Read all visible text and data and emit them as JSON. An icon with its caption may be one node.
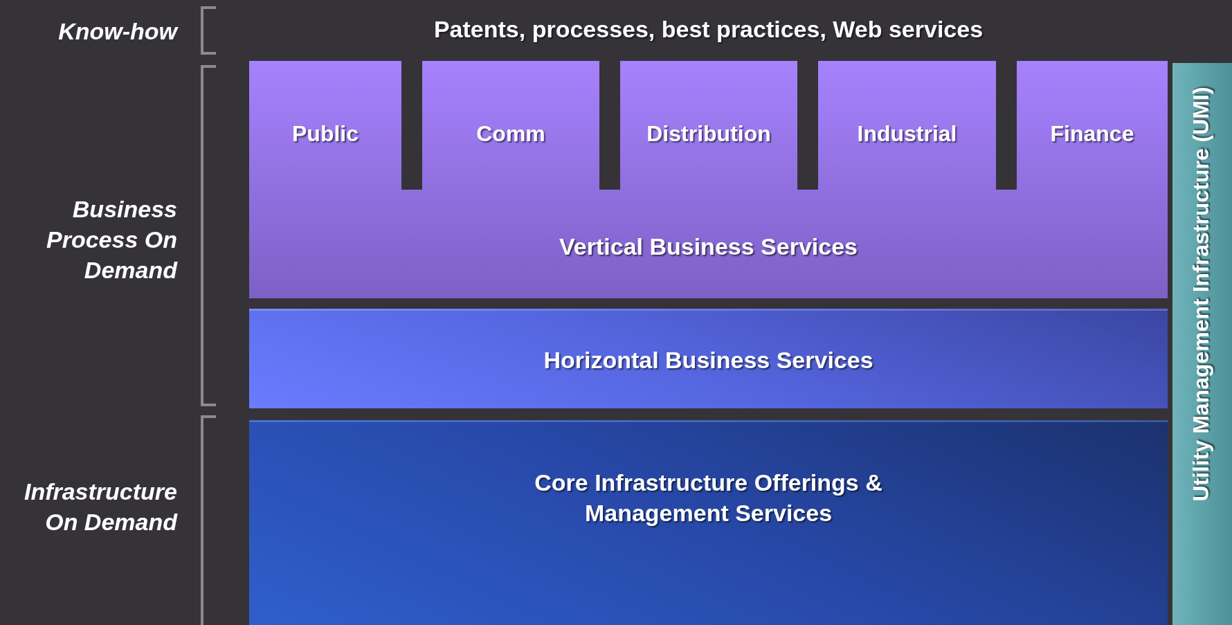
{
  "diagram": {
    "nodes": [
      {
        "text": [
          "Vertical Business Services"
        ]
      },
      {
        "text": [
          "Public"
        ],
        "in": 0
      },
      {
        "text": [
          "Comm"
        ],
        "in": 0
      },
      {
        "text": [
          "Distribution"
        ],
        "in": 0
      },
      {
        "text": [
          "Industrial"
        ],
        "in": 0
      },
      {
        "text": [
          "Finance"
        ],
        "in": 0
      },
      {
        "text": [
          "Horizontal Business Services"
        ]
      },
      {
        "text": [
          "Core Infrastructure Offerings & Management Services"
        ]
      },
      {
        "text": [
          "Utility Management Infrastructure (UMI)"
        ]
      }
    ],
    "labels": [
      "Know-how",
      "Patents, processes, best practices, Web services",
      "Business Process On Demand",
      "Infrastructure On Demand"
    ]
  }
}
